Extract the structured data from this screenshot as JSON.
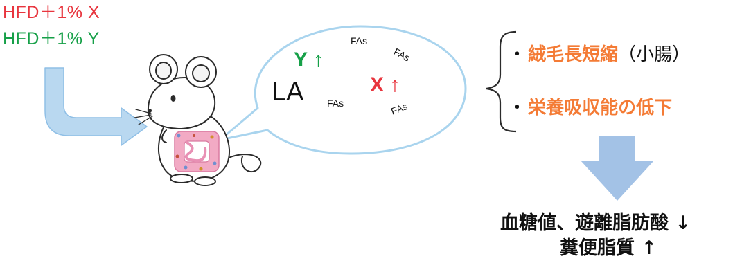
{
  "diets": [
    {
      "label": "HFD＋1% X",
      "color": "#e8353e"
    },
    {
      "label": "HFD＋1% Y",
      "color": "#16a048"
    }
  ],
  "bubble": {
    "marker_y": {
      "letter": "Y",
      "arrow": "↑",
      "color": "#16a048"
    },
    "marker_x": {
      "letter": "X",
      "arrow": "↑",
      "color": "#e8353e"
    },
    "la": "LA",
    "fas": [
      "FAs",
      "FAs",
      "FAs",
      "FAs"
    ]
  },
  "effects": [
    {
      "bullet": "･",
      "highlight": "絨毛長短縮",
      "suffix": "（小腸）"
    },
    {
      "bullet": "･",
      "highlight": "栄養吸収能の低下",
      "suffix": ""
    }
  ],
  "results": {
    "line1": "血糖値、遊離脂肪酸 ↓",
    "line2": "糞便脂質 ↑"
  },
  "colors": {
    "arrow_fill": "#b9d8f0",
    "arrow_stroke": "#8fbfe6",
    "down_arrow": "#a3c2e6",
    "bubble_stroke": "#a9d4ee",
    "highlight": "#f47b35",
    "intestine_pink": "#f2aac4"
  },
  "icons": [
    "curved-arrow-icon",
    "mouse-icon",
    "intestine-icon",
    "speech-bubble-icon",
    "brace-icon",
    "down-arrow-icon"
  ]
}
